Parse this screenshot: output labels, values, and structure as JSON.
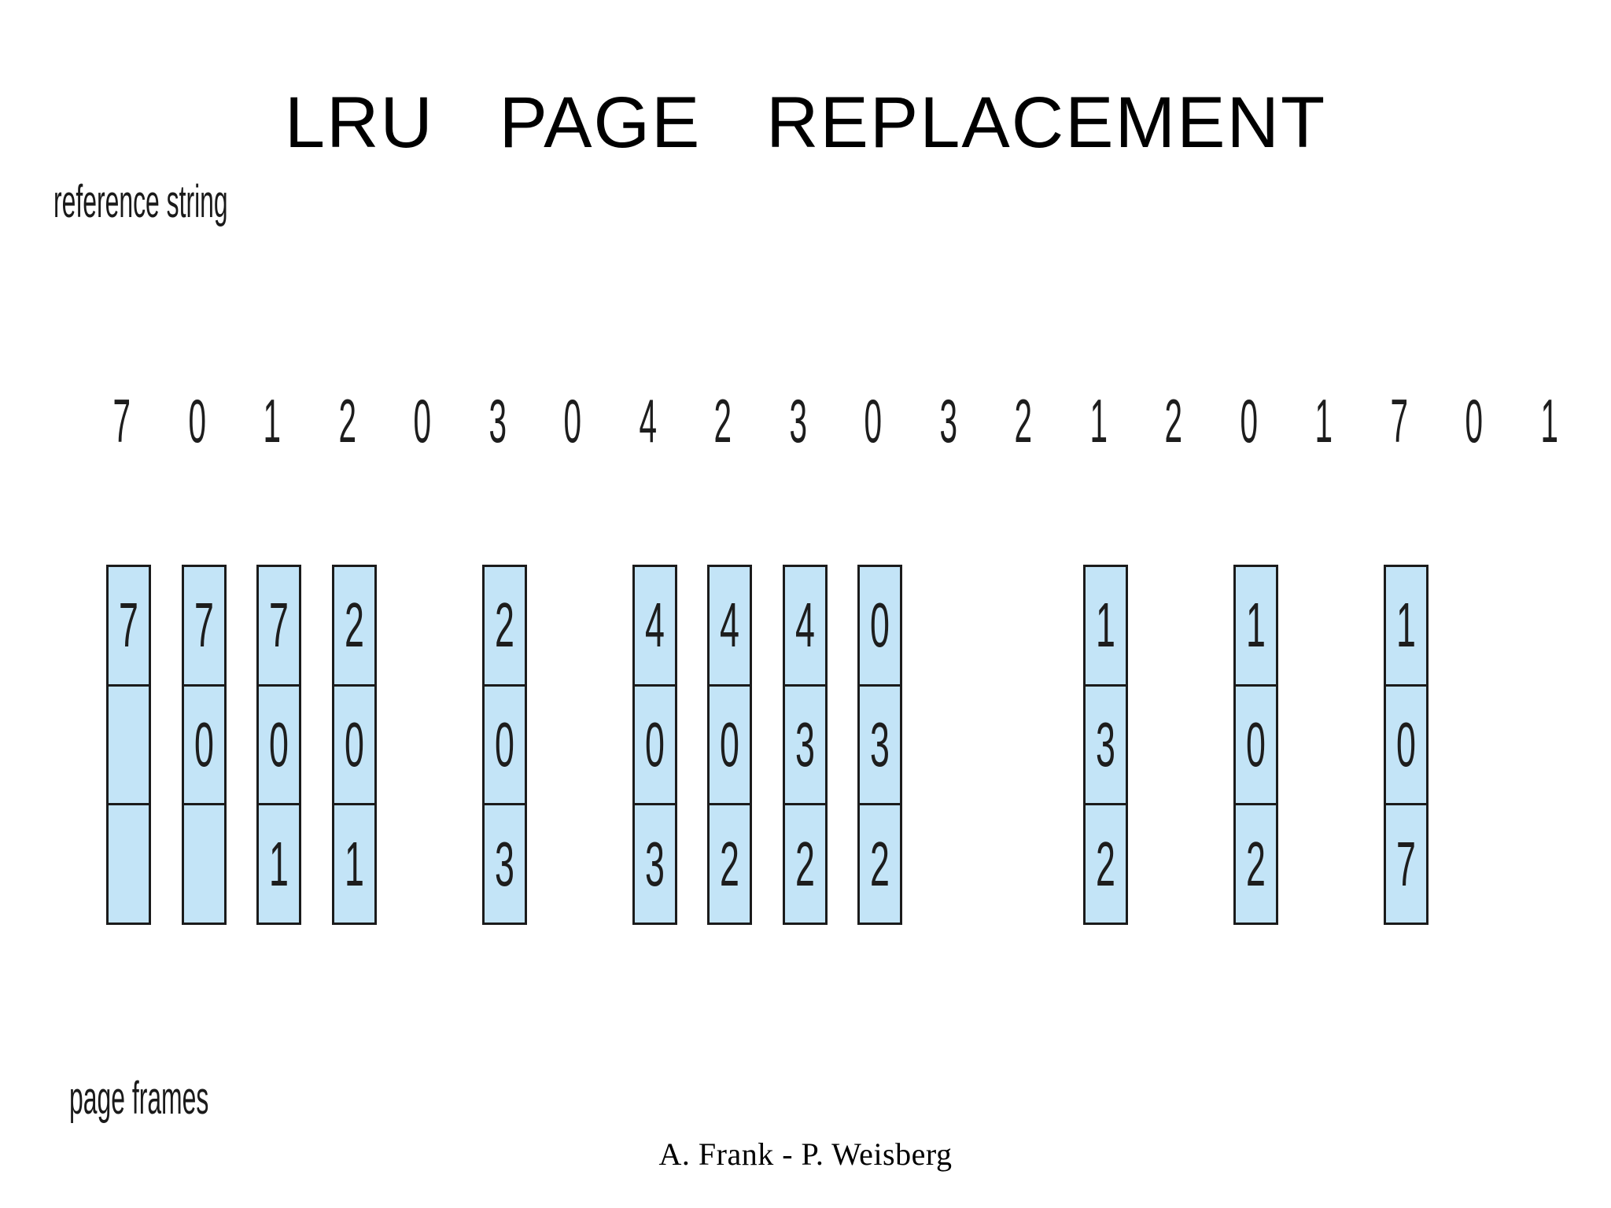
{
  "slide": {
    "title": "LRU   PAGE   REPLACEMENT",
    "reference_string_label": "reference string",
    "page_frames_label": "page frames",
    "footer_credit": "A. Frank - P. Weisberg",
    "colors": {
      "frame_fill": "#c3e4f7",
      "frame_border": "#1b1b1b",
      "text": "#1d1d1d",
      "background": "#ffffff"
    }
  },
  "chart_data": {
    "type": "table",
    "title": "LRU   PAGE   REPLACEMENT",
    "xlabel": "reference string",
    "ylabel": "page frames",
    "frame_count": 3,
    "reference_string": [
      7,
      0,
      1,
      2,
      0,
      3,
      0,
      4,
      2,
      3,
      0,
      3,
      2,
      1,
      2,
      0,
      1,
      7,
      0,
      1
    ],
    "columns": [
      {
        "index": 0,
        "reference": 7,
        "shown": true,
        "frames": [
          "7",
          "",
          ""
        ]
      },
      {
        "index": 1,
        "reference": 0,
        "shown": true,
        "frames": [
          "7",
          "0",
          ""
        ]
      },
      {
        "index": 2,
        "reference": 1,
        "shown": true,
        "frames": [
          "7",
          "0",
          "1"
        ]
      },
      {
        "index": 3,
        "reference": 2,
        "shown": true,
        "frames": [
          "2",
          "0",
          "1"
        ]
      },
      {
        "index": 4,
        "reference": 0,
        "shown": false,
        "frames": [
          "",
          "",
          ""
        ]
      },
      {
        "index": 5,
        "reference": 3,
        "shown": true,
        "frames": [
          "2",
          "0",
          "3"
        ]
      },
      {
        "index": 6,
        "reference": 0,
        "shown": false,
        "frames": [
          "",
          "",
          ""
        ]
      },
      {
        "index": 7,
        "reference": 4,
        "shown": true,
        "frames": [
          "4",
          "0",
          "3"
        ]
      },
      {
        "index": 8,
        "reference": 2,
        "shown": true,
        "frames": [
          "4",
          "0",
          "2"
        ]
      },
      {
        "index": 9,
        "reference": 3,
        "shown": true,
        "frames": [
          "4",
          "3",
          "2"
        ]
      },
      {
        "index": 10,
        "reference": 0,
        "shown": true,
        "frames": [
          "0",
          "3",
          "2"
        ]
      },
      {
        "index": 11,
        "reference": 3,
        "shown": false,
        "frames": [
          "",
          "",
          ""
        ]
      },
      {
        "index": 12,
        "reference": 2,
        "shown": false,
        "frames": [
          "",
          "",
          ""
        ]
      },
      {
        "index": 13,
        "reference": 1,
        "shown": true,
        "frames": [
          "1",
          "3",
          "2"
        ]
      },
      {
        "index": 14,
        "reference": 2,
        "shown": false,
        "frames": [
          "",
          "",
          ""
        ]
      },
      {
        "index": 15,
        "reference": 0,
        "shown": true,
        "frames": [
          "1",
          "0",
          "2"
        ]
      },
      {
        "index": 16,
        "reference": 1,
        "shown": false,
        "frames": [
          "",
          "",
          ""
        ]
      },
      {
        "index": 17,
        "reference": 7,
        "shown": true,
        "frames": [
          "1",
          "0",
          "7"
        ]
      },
      {
        "index": 18,
        "reference": 0,
        "shown": false,
        "frames": [
          "",
          "",
          ""
        ]
      },
      {
        "index": 19,
        "reference": 1,
        "shown": false,
        "frames": [
          "",
          "",
          ""
        ]
      }
    ]
  }
}
